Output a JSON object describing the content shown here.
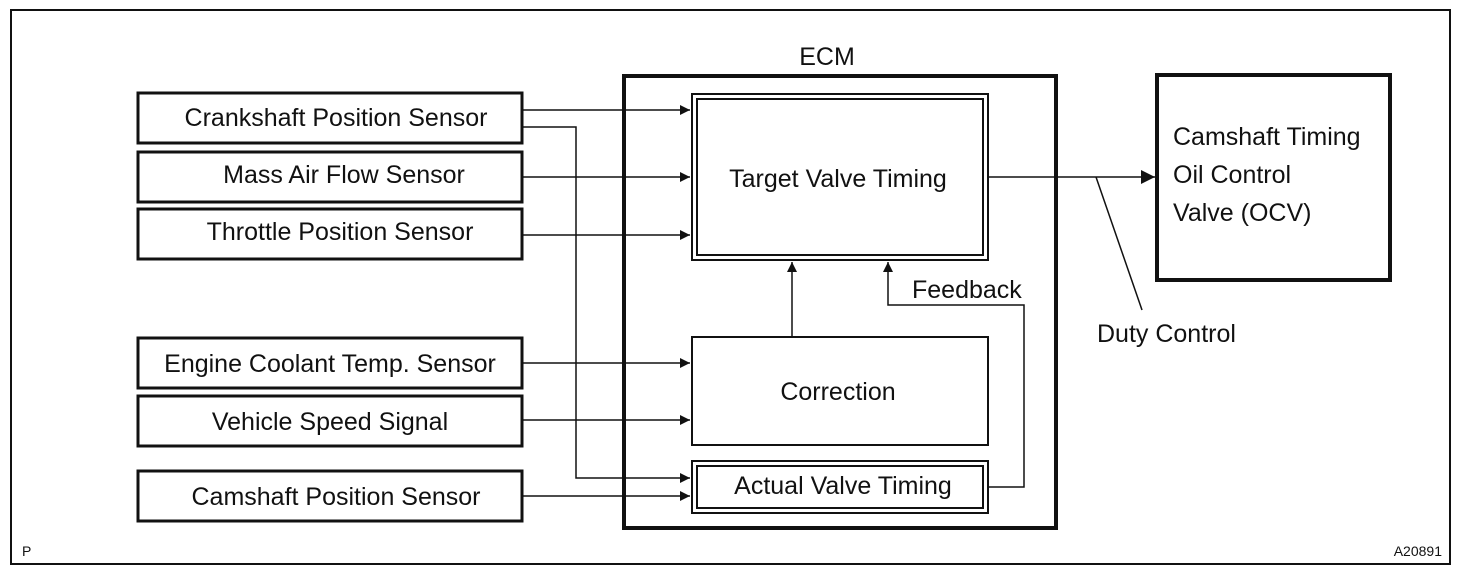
{
  "diagram": {
    "ecm_label": "ECM",
    "inputs": {
      "crankshaft": "Crankshaft Position Sensor",
      "maf": "Mass Air Flow Sensor",
      "throttle": "Throttle Position Sensor",
      "coolant": "Engine Coolant Temp. Sensor",
      "speed": "Vehicle Speed Signal",
      "camshaft": "Camshaft Position Sensor"
    },
    "blocks": {
      "target": "Target Valve Timing",
      "correction": "Correction",
      "actual": "Actual Valve Timing"
    },
    "ocv_lines": [
      "Camshaft Timing",
      "Oil Control",
      "Valve (OCV)"
    ],
    "feedback_label": "Feedback",
    "duty_label": "Duty Control",
    "corner_mark": "P",
    "figure_id": "A20891"
  }
}
